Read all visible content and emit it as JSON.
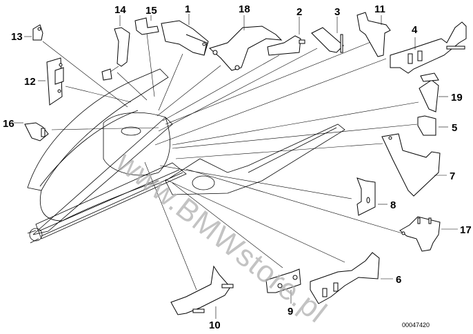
{
  "diagram": {
    "type": "exploded-parts-diagram",
    "subject": "Motorcycle rear frame / fuel tank with mounting brackets",
    "reference_number": "00047420",
    "watermark": "www.BMWstore.pl",
    "callouts": [
      {
        "id": "1",
        "label": "1",
        "part": "bracket"
      },
      {
        "id": "2",
        "label": "2",
        "part": "bracket with bolt"
      },
      {
        "id": "3",
        "label": "3",
        "part": "support with stud"
      },
      {
        "id": "4",
        "label": "4",
        "part": "carrier bracket"
      },
      {
        "id": "5",
        "label": "5",
        "part": "clip"
      },
      {
        "id": "6",
        "label": "6",
        "part": "bracket"
      },
      {
        "id": "7",
        "label": "7",
        "part": "triangular bracket"
      },
      {
        "id": "8",
        "label": "8",
        "part": "holder"
      },
      {
        "id": "9",
        "label": "9",
        "part": "plate"
      },
      {
        "id": "10",
        "label": "10",
        "part": "bracket with studs"
      },
      {
        "id": "11",
        "label": "11",
        "part": "angle bracket"
      },
      {
        "id": "12",
        "label": "12",
        "part": "mounting plate"
      },
      {
        "id": "13",
        "label": "13",
        "part": "small clip"
      },
      {
        "id": "14",
        "label": "14",
        "part": "bracket"
      },
      {
        "id": "15",
        "label": "15",
        "part": "angle bracket"
      },
      {
        "id": "16",
        "label": "16",
        "part": "plate with stud"
      },
      {
        "id": "17",
        "label": "17",
        "part": "base plate with studs"
      },
      {
        "id": "18",
        "label": "18",
        "part": "frame bracket"
      },
      {
        "id": "19",
        "label": "19",
        "part": "bracket"
      }
    ]
  }
}
